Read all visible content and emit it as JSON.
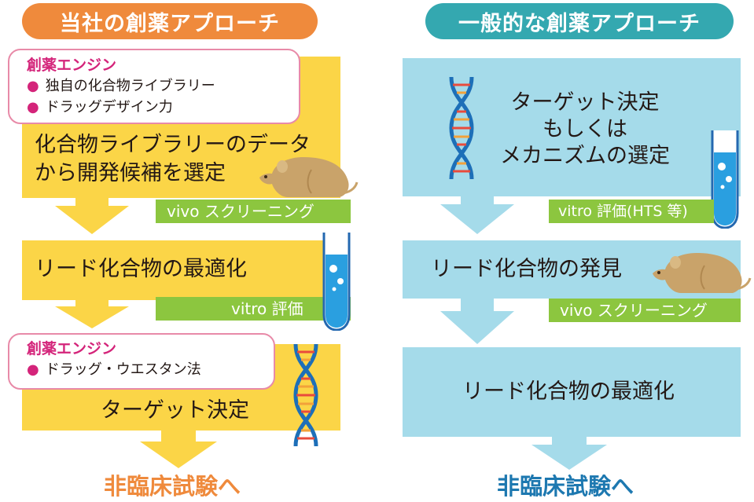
{
  "left": {
    "header": "当社の創薬アプローチ",
    "engine1": {
      "title": "創薬エンジン",
      "items": [
        "独自の化合物ライブラリー",
        "ドラッグデザイン力"
      ]
    },
    "step1": {
      "line1": "化合物ライブラリーのデータ",
      "line2": "から開発候補を選定"
    },
    "screen1": "vivo スクリーニング",
    "step2": "リード化合物の最適化",
    "screen2": "vitro 評価",
    "engine2": {
      "title": "創薬エンジン",
      "items": [
        "ドラッグ・ウエスタン法"
      ]
    },
    "step3": "ターゲット決定",
    "footer": "非臨床試験へ"
  },
  "right": {
    "header": "一般的な創薬アプローチ",
    "step1": {
      "line1": "ターゲット決定",
      "line2": "もしくは",
      "line3": "メカニズムの選定"
    },
    "screen1": "vitro 評価(HTS 等)",
    "step2": "リード化合物の発見",
    "screen2": "vivo スクリーニング",
    "step3": "リード化合物の最適化",
    "footer": "非臨床試験へ"
  },
  "icons": [
    "dna-icon",
    "mouse-icon",
    "test-tube-icon"
  ],
  "colors": {
    "orange": "#ef8a3c",
    "teal": "#34a8b0",
    "yellow": "#fbd547",
    "lightblue": "#a5dbea",
    "green": "#8cc63f",
    "pink": "#d4247a",
    "footer_blue": "#1d78b0"
  }
}
